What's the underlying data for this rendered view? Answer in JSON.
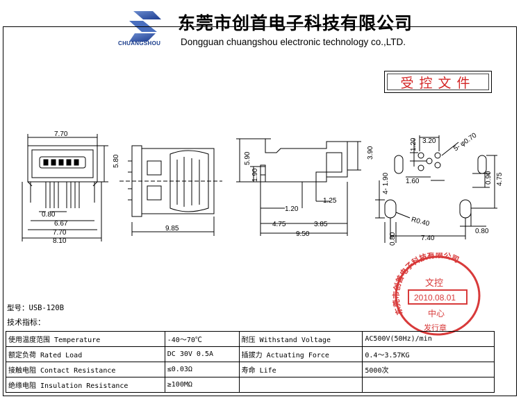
{
  "header": {
    "logo_text": "CHUANGSHOU",
    "company_cn": "东莞市创首电子科技有限公司",
    "company_en": "Dongguan chuangshou electronic technology co.,LTD."
  },
  "controlled_label": "受控文件",
  "dims": {
    "front": {
      "top": "7.70",
      "side": "5.80",
      "pitch": "0.80",
      "b1": "6.67",
      "b2": "7.70",
      "b3": "8.10"
    },
    "side_view": {
      "length": "9.85"
    },
    "profile": {
      "h1": "5.90",
      "h2": "3.90",
      "h3": "1.90",
      "d1": "1.20",
      "d2": "1.25",
      "d3": "4.75",
      "d4": "3.85",
      "d5": "9.50"
    },
    "footprint": {
      "d320": "3.20",
      "hole": "5- φ0.70",
      "d120": "1.20",
      "d160": "1.60",
      "d090": "0.90",
      "d475": "4.75",
      "d190": "4- 1.90",
      "r040": "R0.40",
      "d080a": "0.80",
      "d740": "7.40",
      "d080b": "0.80"
    }
  },
  "stamp": {
    "ring": "东莞市创首电子科技有限公司",
    "top": "文控",
    "date": "2010.08.01",
    "mid": "中心",
    "bottom": "发行章"
  },
  "model": "型号：USB-120B",
  "spec_title": "技术指标：",
  "specs": [
    [
      "使用温度范围 Temperature",
      "-40～70℃",
      "耐压 Withstand Voltage",
      "AC500V(50Hz)/min"
    ],
    [
      "额定负荷 Rated Load",
      "DC 30V 0.5A",
      "插拔力 Actuating Force",
      "0.4～3.57KG"
    ],
    [
      "接触电阻 Contact Resistance",
      "≤0.03Ω",
      "寿命 Life",
      "5000次"
    ],
    [
      "绝缘电阻 Insulation Resistance",
      "≥100MΩ",
      "",
      ""
    ]
  ],
  "colors": {
    "stamp_red": "#d83a3a",
    "logo_blue": "#173a8a"
  }
}
